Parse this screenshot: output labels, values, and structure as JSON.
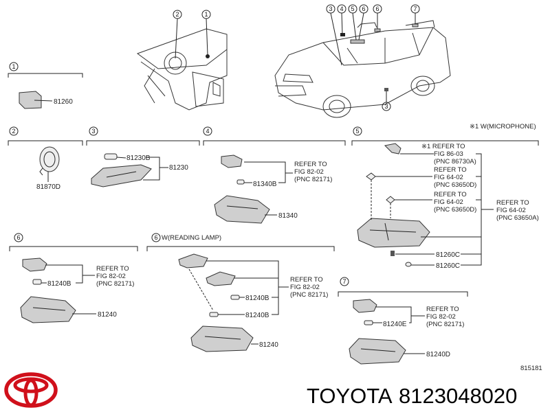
{
  "brand": {
    "name": "TOYOTA",
    "part_number": "8123048020",
    "logo_color": "#d0101b"
  },
  "diagram_code": "815181",
  "note_microphone": "※1 W(MICROPHONE)",
  "callouts": [
    "1",
    "2",
    "3",
    "4",
    "5",
    "6",
    "7"
  ],
  "parts": {
    "p81260": "81260",
    "p81870D": "81870D",
    "p81230B": "81230B",
    "p81230": "81230",
    "p81340B": "81340B",
    "p81340": "81340",
    "p81260C_a": "81260C",
    "p81260C_b": "81260C",
    "p81240B_6": "81240B",
    "p81240_6": "81240",
    "p81240B_6w_a": "81240B",
    "p81240B_6w_b": "81240B",
    "p81240_6w": "81240",
    "p81240E": "81240E",
    "p81240D": "81240D"
  },
  "section6w_title": "W(READING LAMP)",
  "refs": {
    "r4": [
      "REFER TO",
      "FIG 82-02",
      "(PNC 82171)"
    ],
    "r5a": [
      "※1  REFER TO",
      "FIG 86-03",
      "(PNC 86730A)"
    ],
    "r5b": [
      "REFER TO",
      "FIG 64-02",
      "(PNC 63650D)"
    ],
    "r5c": [
      "REFER TO",
      "FIG 64-02",
      "(PNC 63650D)"
    ],
    "r5d": [
      "REFER TO",
      "FIG 64-02",
      "(PNC 63650A)"
    ],
    "r6": [
      "REFER TO",
      "FIG 82-02",
      "(PNC 82171)"
    ],
    "r6w": [
      "REFER TO",
      "FIG 82-02",
      "(PNC 82171)"
    ],
    "r7": [
      "REFER TO",
      "FIG 82-02",
      "(PNC 82171)"
    ]
  }
}
